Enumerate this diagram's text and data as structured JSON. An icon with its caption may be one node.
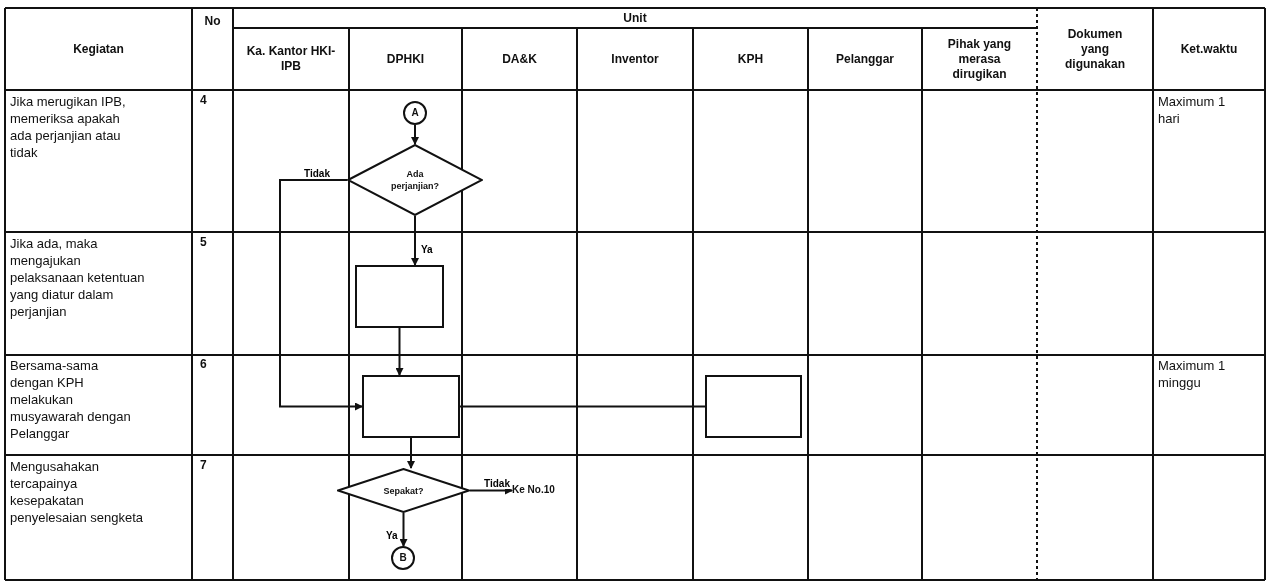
{
  "diagram": {
    "nodes": [
      {
        "text": [
          "A"
        ]
      },
      {
        "text": [
          "Ada perjanjian?"
        ]
      },
      {
        "text": [],
        "shape": "box"
      },
      {
        "text": [],
        "shape": "box"
      },
      {
        "text": [],
        "shape": "box"
      },
      {
        "text": [
          "Sepakat?"
        ]
      },
      {
        "text": [
          "Ke No.10"
        ]
      },
      {
        "text": [
          "B"
        ]
      }
    ],
    "edges": [
      {
        "from": 0,
        "to": 1,
        "arrow": "to"
      },
      {
        "from": 1,
        "to": 2,
        "arrow": "to",
        "label": "Ya"
      },
      {
        "from": 1,
        "to": 3,
        "arrow": "to",
        "label": "Tidak"
      },
      {
        "from": 2,
        "to": 3,
        "arrow": "to"
      },
      {
        "from": 3,
        "to": 4,
        "arrow": "none"
      },
      {
        "from": 3,
        "to": 5,
        "arrow": "to"
      },
      {
        "from": 5,
        "to": 6,
        "arrow": "to",
        "label": "Tidak"
      },
      {
        "from": 5,
        "to": 7,
        "arrow": "to",
        "label": "Ya"
      }
    ],
    "labels": [
      "Kegiatan",
      "No",
      "Unit",
      "Dokumen yang digunakan",
      "Ket.waktu",
      "Ka. Kantor HKI-IPB",
      "DPHKI",
      "DA&K",
      "Inventor",
      "KPH",
      "Pelanggar",
      "Pihak yang merasa dirugikan",
      "Jika merugikan IPB, memeriksa apakah ada perjanjian atau tidak",
      "4",
      "Maximum 1 hari",
      "Jika ada, maka mengajukan pelaksanaan ketentuan yang diatur dalam perjanjian",
      "5",
      "Bersama-sama dengan KPH melakukan musyawarah dengan Pelanggar",
      "6",
      "Maximum 1 minggu",
      "Mengusahakan tercapainya kesepakatan penyelesaian sengketa",
      "7"
    ]
  }
}
